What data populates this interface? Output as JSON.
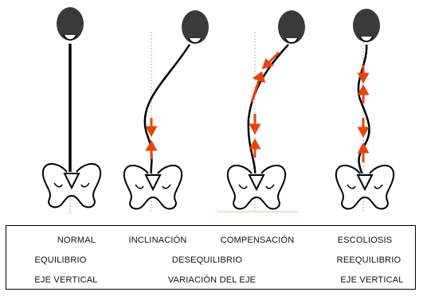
{
  "labels": {
    "row1": [
      "NORMAL",
      "INCLINACIÓN",
      "COMPENSACIÓN",
      "ESCOLIOSIS"
    ],
    "row2": [
      "EQUILIBRIO",
      "DESEQUILIBRIO",
      "REEQUILIBRIO"
    ],
    "row3": [
      "EJE VERTICAL",
      "VARIACIÓN DEL EJE",
      "EJE VERTICAL"
    ]
  },
  "colors": {
    "spine": "#000000",
    "head": "#3a3a3a",
    "arrow": "#e8440f",
    "vertical_axis": "#b0b0b0",
    "baseline": "#f2b8a8"
  },
  "panels": [
    {
      "name": "normal",
      "posture": "straight"
    },
    {
      "name": "inclinacion",
      "posture": "tilted"
    },
    {
      "name": "compensacion",
      "posture": "compensated"
    },
    {
      "name": "escoliosis",
      "posture": "s-curve"
    }
  ]
}
